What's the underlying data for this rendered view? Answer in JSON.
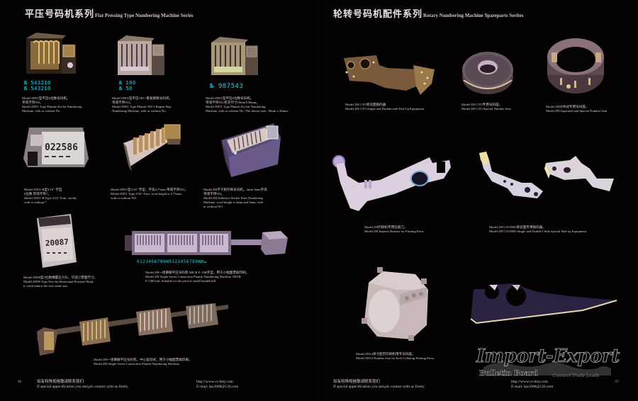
{
  "left_page": {
    "header": {
      "title_zh": "平压号码机系列",
      "title_en": "Flat Pressing Type Numbering Machine Series"
    },
    "products": [
      {
        "id": "zh51-six-bit",
        "lcd_lines": [
          "№ 543210",
          "№ 543210"
        ],
        "caption": [
          "Model ZH51型平压6位数号码机。",
          "带或不带NO。",
          "Model ZH51 Type Planish Six-bit Numbering",
          "Machine, with or without No."
        ]
      },
      {
        "id": "zh51-repeat-hop",
        "lcd_lines": [
          "№ 100",
          "№ 50"
        ],
        "caption": [
          "Model ZH51型平压100-1重复跳数号码机。",
          "带或不带NO。",
          "Model ZH51 Type Planish 100-1 Repeat Hop",
          "Numbering Machine, with or without No."
        ]
      },
      {
        "id": "zh51-chassis",
        "lcd_lines": [
          "№ 987543"
        ],
        "caption": [
          "Model ZH51型平压6位数号码机。",
          "带或不带NO,机壳尺寸18mmX36mm。",
          "Model ZH51 Type Planish Six-bit Numbering",
          "Machine, with or without No. The chassis size: 18mm x 36mm."
        ]
      },
      {
        "id": "zh51-b",
        "caption": [
          "Model ZH51-B型3/16\" 字型,",
          "6位数 带或不带*。",
          "Model ZH51-B Type 3/16\"  Font, six-bit,",
          "with or without *"
        ]
      },
      {
        "id": "zh51-font",
        "caption": [
          "Model ZH51型3/16\" 字型，字高4.75mm 带或不带NO。",
          "Model ZH51 Type 3/16\"  Font, word height is 4.75mm,",
          "with or without NO."
        ]
      },
      {
        "id": "zh-adhesive",
        "caption": [
          "Model ZH不干胶印刷号码机。2mm 3mm字高",
          "带或不带NO。",
          "Model ZH Adhesive Sticker Print Numbering",
          "Machine, word height is 2mm and 3mm, with",
          "or without NO."
        ]
      },
      {
        "id": "zh58",
        "caption": [
          "Model ZH58型5位数横置压力头，可减小票面尺寸。",
          "Model ZH58 Type Five-bit Horizontal Pressure Head,",
          "it could reduce the face value size."
        ]
      },
      {
        "id": "zh-micr",
        "lcd_lines": [
          "0123456789⑆0123456789⑆⑈⑉"
        ],
        "caption": [
          "Model ZH一组串联平压号码机 MICR E-13B字型，用于小幅面票据印刷。",
          "Model ZH Single Series Connection Planish Numbering Machine, MICR",
          "E-13B font. Suitable for the print of small breadth bill."
        ]
      },
      {
        "id": "zh-single-series",
        "caption": [
          "Model ZH一组串联平压号码机，中心驱动式，用于小幅面票据印刷。",
          "Model ZH Single Series Connection Planish Numbering Machine."
        ]
      }
    ],
    "footer": {
      "page_number": "06",
      "contact_zh": "如有特殊规格敬请联系我们",
      "contact_en": "If special appecification you ned,pls contact with us freely.",
      "website": "http://www.cs-hmj.com",
      "email": "E-mail: lps2008@126.com"
    }
  },
  "right_page": {
    "header": {
      "title_zh": "轮转号码机配件系列",
      "title_en": "Rotary Numbering Machine Spareparts Serites"
    },
    "products": [
      {
        "id": "zh-gto-dial-up",
        "caption": [
          "Model ZH GTO单双面拨码器",
          "Model ZH GTO Single and Double-side Dial Up Equipment"
        ]
      },
      {
        "id": "zh-gto-number-seat",
        "caption": [
          "Model ZH GTO专用号码座。",
          "Model ZH GTO Special Number Seat."
        ]
      },
      {
        "id": "zh-separated-seat",
        "caption": [
          "Model ZH分体式专用号码座。",
          "Model ZH Separated and Special Number Seat"
        ]
      },
      {
        "id": "zh-impress-reamer",
        "caption": [
          "Model ZH印刷机专用压痕刀。",
          "Model ZH Impress Reamer for Printing Press"
        ]
      },
      {
        "id": "zh-gto-mo-dial-up",
        "caption": [
          "Model ZH GTO/MO单双面专用拨码器。",
          "Model ZH GTO/MO Single and Double I Side Special Dial-up Equipment."
        ]
      },
      {
        "id": "zh14-number-seat",
        "caption": [
          "Model ZH14英寸配页印刷机用专号码座。",
          "Model ZH14 Number Seat for Inch Collating Printing Press."
        ]
      },
      {
        "id": "blade",
        "caption": []
      }
    ],
    "footer": {
      "page_number": "07",
      "contact_zh": "如有特殊规格敬请联系我们",
      "contact_en": "If special appecification you ned,pls contact with us freely.",
      "website": "http://www.cs-hmj.com",
      "email": "E-mail: lps2008@126.com"
    }
  },
  "watermark": {
    "title": "Import-Export",
    "subtitle": "Bulletin Board",
    "tagline": "Connect Trade Leads"
  },
  "colors": {
    "background": "#000000",
    "lcd_cyan": "#23d4e8",
    "text": "#d8d4d0"
  }
}
